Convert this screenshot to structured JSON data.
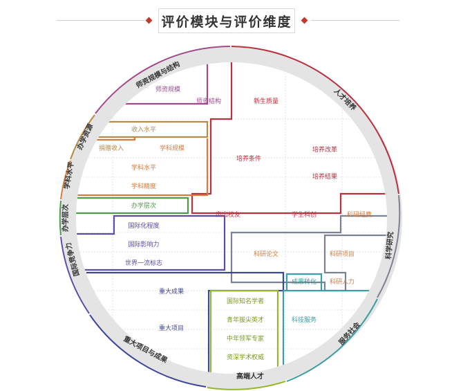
{
  "title": "评价模块与评价维度",
  "colors": {
    "red": "#b9303f",
    "orange": "#d77a3a",
    "olive": "#b58a4a",
    "green": "#4e9a46",
    "purple": "#5b4ca8",
    "navy": "#3d4596",
    "teal": "#3a9ea3",
    "lime": "#94b62a",
    "magenta": "#a04a8c",
    "ring": "#e2e2e2",
    "text_dark": "#333333"
  },
  "modules": {
    "talent_training": "人才培养",
    "research": "科学研究",
    "social_service": "服务社会",
    "top_talent": "高端人才",
    "major_projects": "重大项目与成果",
    "intl_competitiveness": "国际竞争力",
    "school_level": "办学层次",
    "discipline_level": "学科水平",
    "school_resources": "办学资源",
    "faculty": "师资规模与结构"
  },
  "dimensions": {
    "faculty_size": "师资规模",
    "faculty_structure": "师资结构",
    "new_student_quality": "新生质量",
    "income_level": "收入水平",
    "donation_income": "捐赠收入",
    "discipline_scale": "学科规模",
    "discipline_level": "学科水平",
    "discipline_precision": "学科精度",
    "training_conditions": "培养条件",
    "training_reform": "培养改革",
    "training_results": "培养结果",
    "school_level": "办学层次",
    "outstanding_alumni": "杰出校友",
    "student_research": "学生科创",
    "research_funding": "科研经费",
    "internationalization": "国际化程度",
    "intl_influence": "国际影响力",
    "world_class_marks": "世界一流标志",
    "research_papers": "科研论文",
    "research_projects": "科研项目",
    "research_talent": "科研人力",
    "tech_transfer": "成果转化",
    "major_achievements": "重大成果",
    "major_projects": "重大项目",
    "intl_scholars": "国际知名学者",
    "young_talents": "青年拔尖英才",
    "middle_leaders": "中年领军专家",
    "senior_authorities": "资深学术权威",
    "tech_services": "科技服务"
  }
}
